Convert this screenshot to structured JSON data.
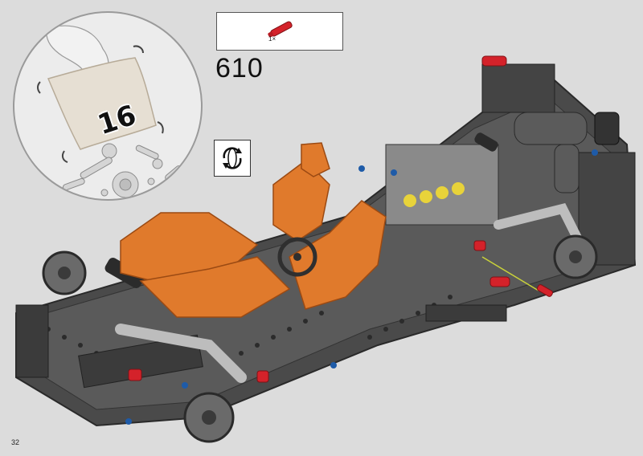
{
  "page": {
    "number": "32",
    "background": "#dcdcdc"
  },
  "bag": {
    "number": "16"
  },
  "parts_callout": {
    "quantity_label": "1×",
    "part_color": "#d4222a"
  },
  "step": {
    "number": "610"
  },
  "rotate_indicator": {
    "icon": "rotate-model-icon"
  },
  "model": {
    "subject": "lego-technic-car-chassis",
    "accent_color": "#e07a2c",
    "frame_color": "#3a3a3a"
  }
}
